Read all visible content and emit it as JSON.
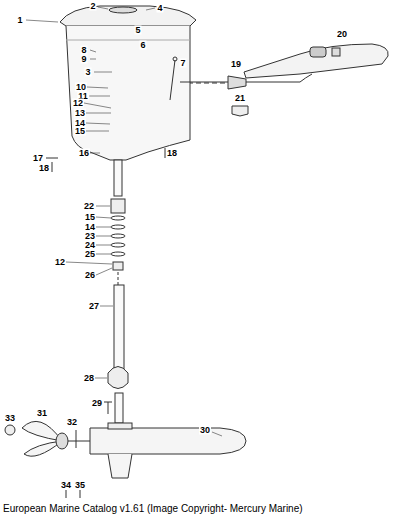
{
  "diagram": {
    "caption": "European Marine Catalog v1.61 (Image Copyright- Mercury Marine)",
    "labels": [
      "1",
      "2",
      "4",
      "5",
      "6",
      "8",
      "9",
      "3",
      "10",
      "11",
      "12",
      "13",
      "14",
      "15",
      "16",
      "17",
      "18",
      "18",
      "7",
      "19",
      "20",
      "21",
      "22",
      "15",
      "14",
      "23",
      "24",
      "25",
      "12",
      "26",
      "27",
      "28",
      "29",
      "30",
      "31",
      "32",
      "33",
      "34",
      "35"
    ]
  }
}
